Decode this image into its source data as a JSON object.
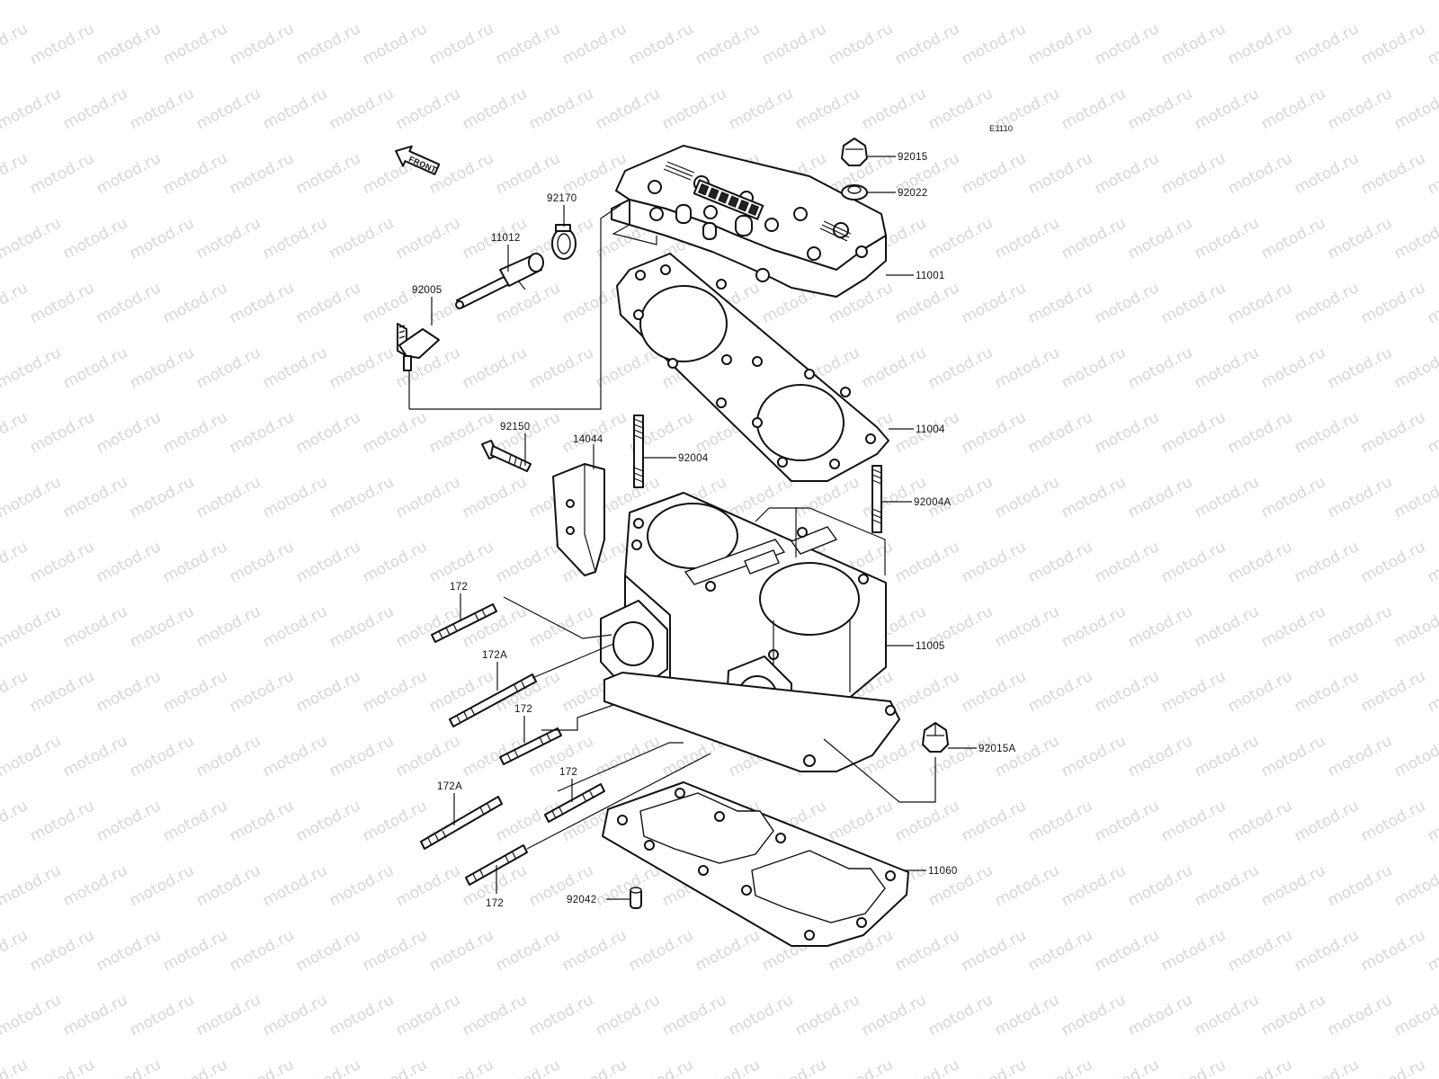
{
  "diagram_code": "E1110",
  "front_label": "FRONT",
  "watermark": "motod.ru",
  "callouts": [
    {
      "id": "92015",
      "text": "92015"
    },
    {
      "id": "92022",
      "text": "92022"
    },
    {
      "id": "92170",
      "text": "92170"
    },
    {
      "id": "11012",
      "text": "11012"
    },
    {
      "id": "11001",
      "text": "11001"
    },
    {
      "id": "92005",
      "text": "92005"
    },
    {
      "id": "11004",
      "text": "11004"
    },
    {
      "id": "92150",
      "text": "92150"
    },
    {
      "id": "14044",
      "text": "14044"
    },
    {
      "id": "92004",
      "text": "92004"
    },
    {
      "id": "92004A",
      "text": "92004A"
    },
    {
      "id": "172_a",
      "text": "172"
    },
    {
      "id": "172A_a",
      "text": "172A"
    },
    {
      "id": "172_b",
      "text": "172"
    },
    {
      "id": "11005",
      "text": "11005"
    },
    {
      "id": "92015A",
      "text": "92015A"
    },
    {
      "id": "172A_b",
      "text": "172A"
    },
    {
      "id": "172_c",
      "text": "172"
    },
    {
      "id": "11060",
      "text": "11060"
    },
    {
      "id": "172_d",
      "text": "172"
    },
    {
      "id": "92042",
      "text": "92042"
    }
  ]
}
